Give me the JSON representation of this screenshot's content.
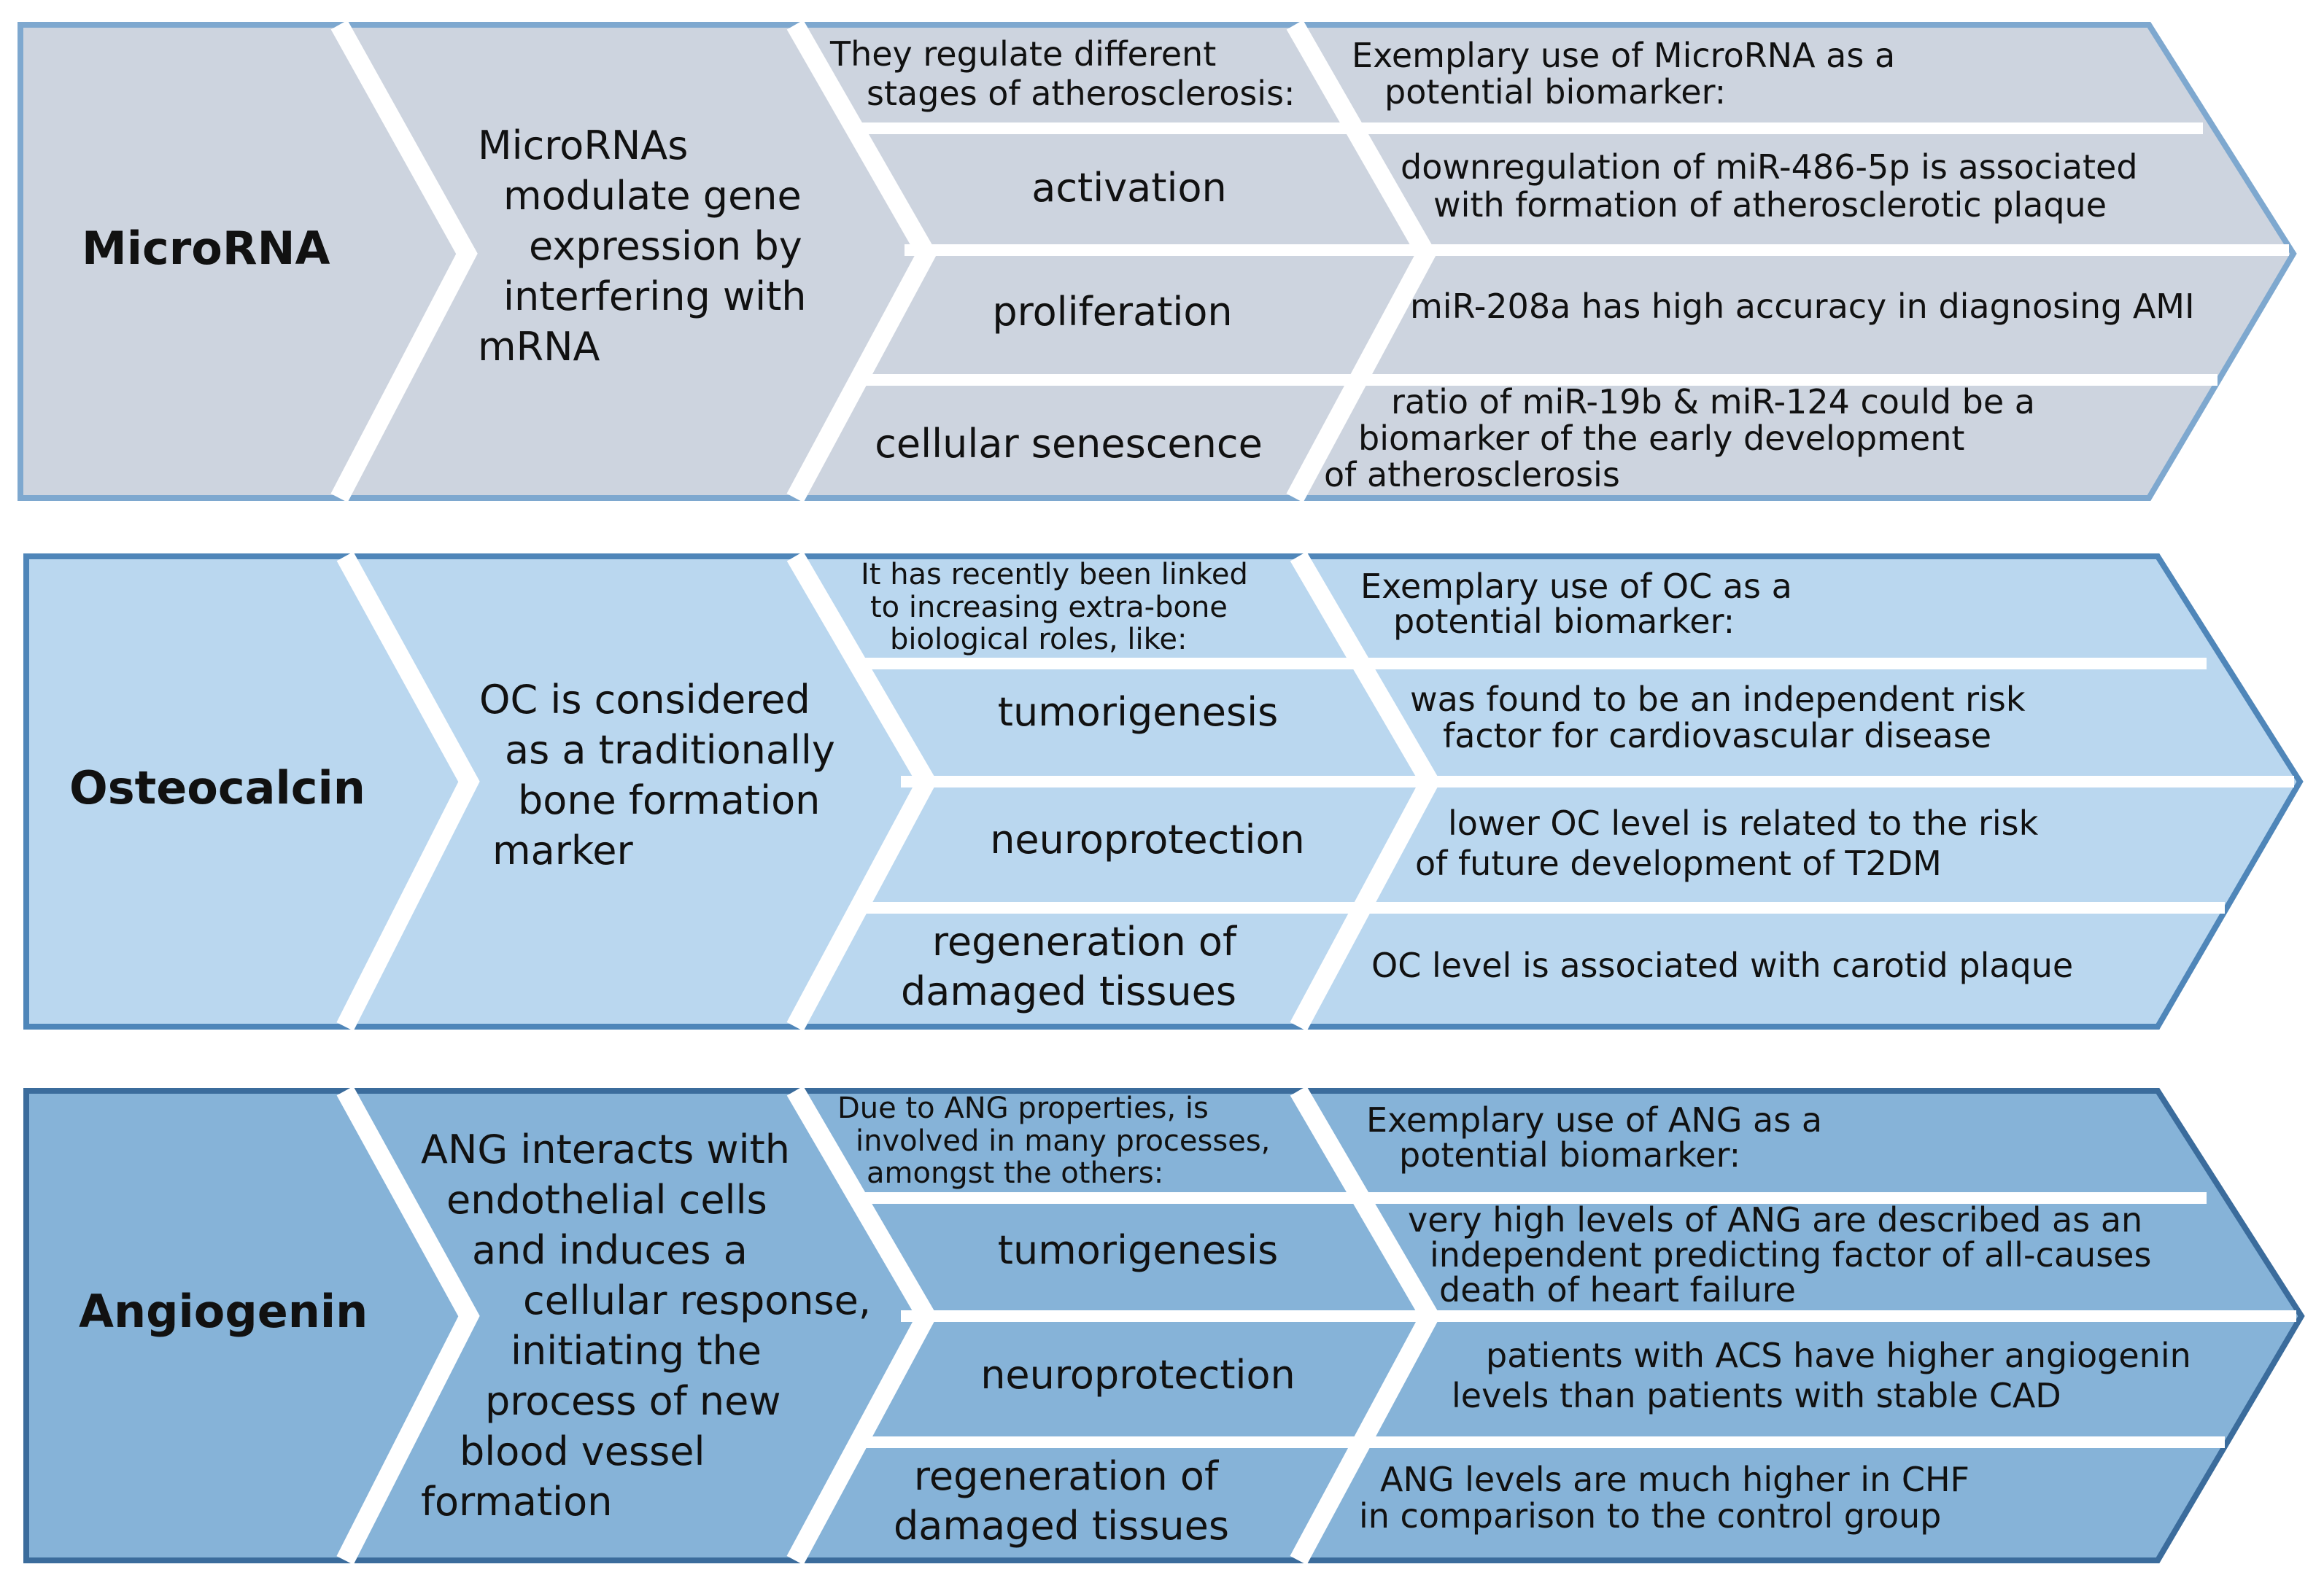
{
  "bands": [
    {
      "id": "microrna",
      "colors": {
        "fill": "#cdd4df",
        "border": "#7ea8cf"
      },
      "title": "MicroRNA",
      "description": [
        "MicroRNAs",
        "modulate gene",
        "expression by",
        "interfering with",
        "mRNA"
      ],
      "stages_header": [
        "They regulate different",
        "stages of atherosclerosis:"
      ],
      "stages": [
        [
          "activation"
        ],
        [
          "proliferation"
        ],
        [
          "cellular senescence"
        ]
      ],
      "biomarker_header": [
        "Exemplary use of MicroRNA as a",
        "potential biomarker:"
      ],
      "biomarkers": [
        [
          "downregulation of miR-486-5p is associated",
          "with formation of atherosclerotic plaque"
        ],
        [
          "miR-208a has high accuracy in diagnosing AMI"
        ],
        [
          "ratio of miR-19b & miR-124 could be a",
          "biomarker of the early development",
          "of atherosclerosis"
        ]
      ]
    },
    {
      "id": "osteocalcin",
      "colors": {
        "fill": "#bad7ef",
        "border": "#4f86b9"
      },
      "title": "Osteocalcin",
      "description": [
        "OC is considered",
        "as a traditionally",
        "bone formation",
        "marker"
      ],
      "stages_header": [
        "It has recently been linked",
        "to increasing extra-bone",
        "biological roles, like:"
      ],
      "stages": [
        [
          "tumorigenesis"
        ],
        [
          "neuroprotection"
        ],
        [
          "regeneration of",
          "damaged tissues"
        ]
      ],
      "biomarker_header": [
        "Exemplary use of OC as a",
        "potential biomarker:"
      ],
      "biomarkers": [
        [
          "was found to be an independent risk",
          "factor for cardiovascular disease"
        ],
        [
          "lower  OC level is related to the risk",
          "of future development of T2DM"
        ],
        [
          "OC level is associated with carotid plaque"
        ]
      ]
    },
    {
      "id": "angiogenin",
      "colors": {
        "fill": "#86b3d8",
        "border": "#3b6c9c"
      },
      "title": "Angiogenin",
      "description": [
        "ANG interacts with",
        "endothelial cells",
        "and induces a",
        "cellular response,",
        "initiating the",
        "process of new",
        "blood vessel",
        "formation"
      ],
      "stages_header": [
        "Due to ANG properties, is",
        "involved in many processes,",
        "amongst the others:"
      ],
      "stages": [
        [
          "tumorigenesis"
        ],
        [
          "neuroprotection"
        ],
        [
          "regeneration of",
          "damaged tissues"
        ]
      ],
      "biomarker_header": [
        "Exemplary use of ANG as a",
        "potential biomarker:"
      ],
      "biomarkers": [
        [
          "very high levels of ANG are described as an",
          "independent predicting factor of all-causes",
          "death of heart failure"
        ],
        [
          "patients with ACS have higher angiogenin",
          "levels than  patients with stable CAD"
        ],
        [
          "ANG levels are much higher in CHF",
          "in comparison to the control group"
        ]
      ]
    }
  ]
}
